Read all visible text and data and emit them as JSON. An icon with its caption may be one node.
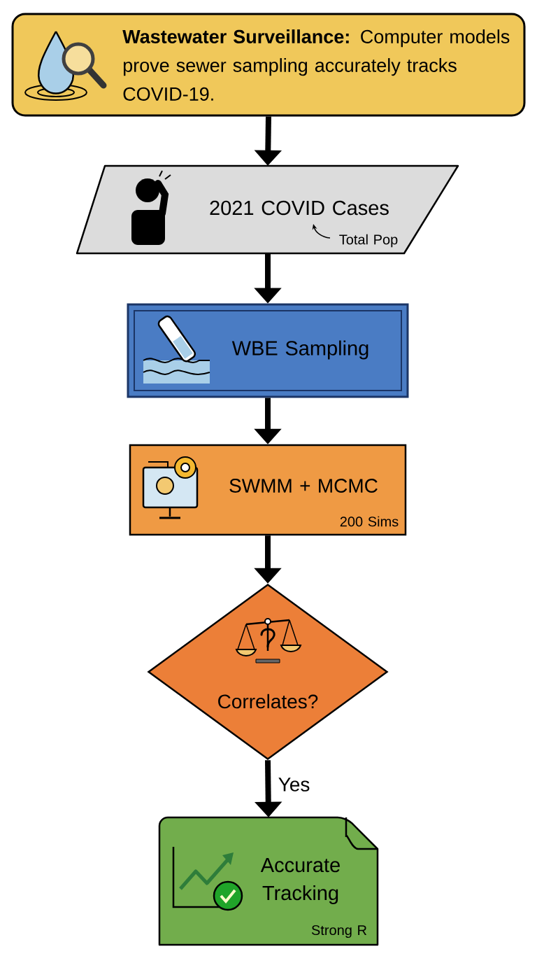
{
  "diagram": {
    "nodes": [
      {
        "text": [
          "**Wastewater Surveillance:** Computer models prove sewer sampling accurately tracks COVID-19."
        ]
      },
      {
        "text": [
          "2021 COVID Cases",
          "Total Pop"
        ]
      },
      {
        "text": [
          "WBE Sampling"
        ]
      },
      {
        "text": [
          "SWMM + MCMC",
          "200 Sims"
        ]
      },
      {
        "text": [
          "Correlates?"
        ]
      },
      {
        "text": [
          "Accurate Tracking",
          "Strong R"
        ]
      }
    ],
    "edges": [
      {
        "from": 0,
        "to": 1,
        "arrow": "to"
      },
      {
        "from": 1,
        "to": 2,
        "arrow": "to"
      },
      {
        "from": 2,
        "to": 3,
        "arrow": "to"
      },
      {
        "from": 3,
        "to": 4,
        "arrow": "to"
      },
      {
        "from": 4,
        "to": 5,
        "arrow": "to",
        "label": "Yes"
      }
    ]
  }
}
